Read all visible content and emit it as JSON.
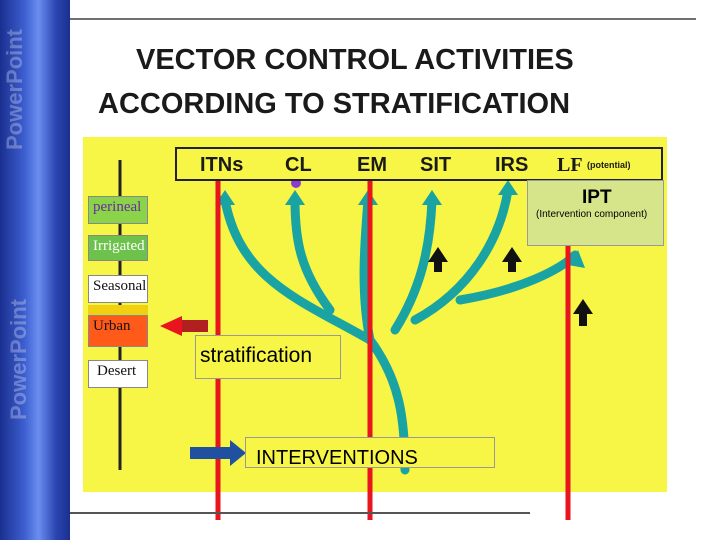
{
  "title": {
    "line1": "VECTOR CONTROL ACTIVITIES",
    "line2": "ACCORDING TO STRATIFICATION"
  },
  "sidebar": {
    "watermark1": "PowerPoint",
    "watermark2": "PowerPoint"
  },
  "interventions_bar": {
    "itns": "ITNs",
    "cl": "CL",
    "em": "EM",
    "sit": "SIT",
    "irs": "IRS",
    "lf": "LF",
    "potential": "(potential)"
  },
  "ipt": {
    "label": "IPT",
    "sub": "(Intervention component)"
  },
  "strata": {
    "perineal": "perineal",
    "irrigated": "Irrigated",
    "seasonal": "Seasonal",
    "urban": "Urban",
    "desert": "Desert"
  },
  "stratification_label": "stratification",
  "interventions_label": "INTERVENTIONS",
  "colors": {
    "panel": "#f7f545",
    "tree": "#1aa3a3",
    "red_arrow": "#e8141e",
    "perineal_box": "#8bd44a",
    "irrigated_box": "#6cc24a",
    "urban_box": "#ff5a1a",
    "ipt_box": "#d6e58a"
  }
}
